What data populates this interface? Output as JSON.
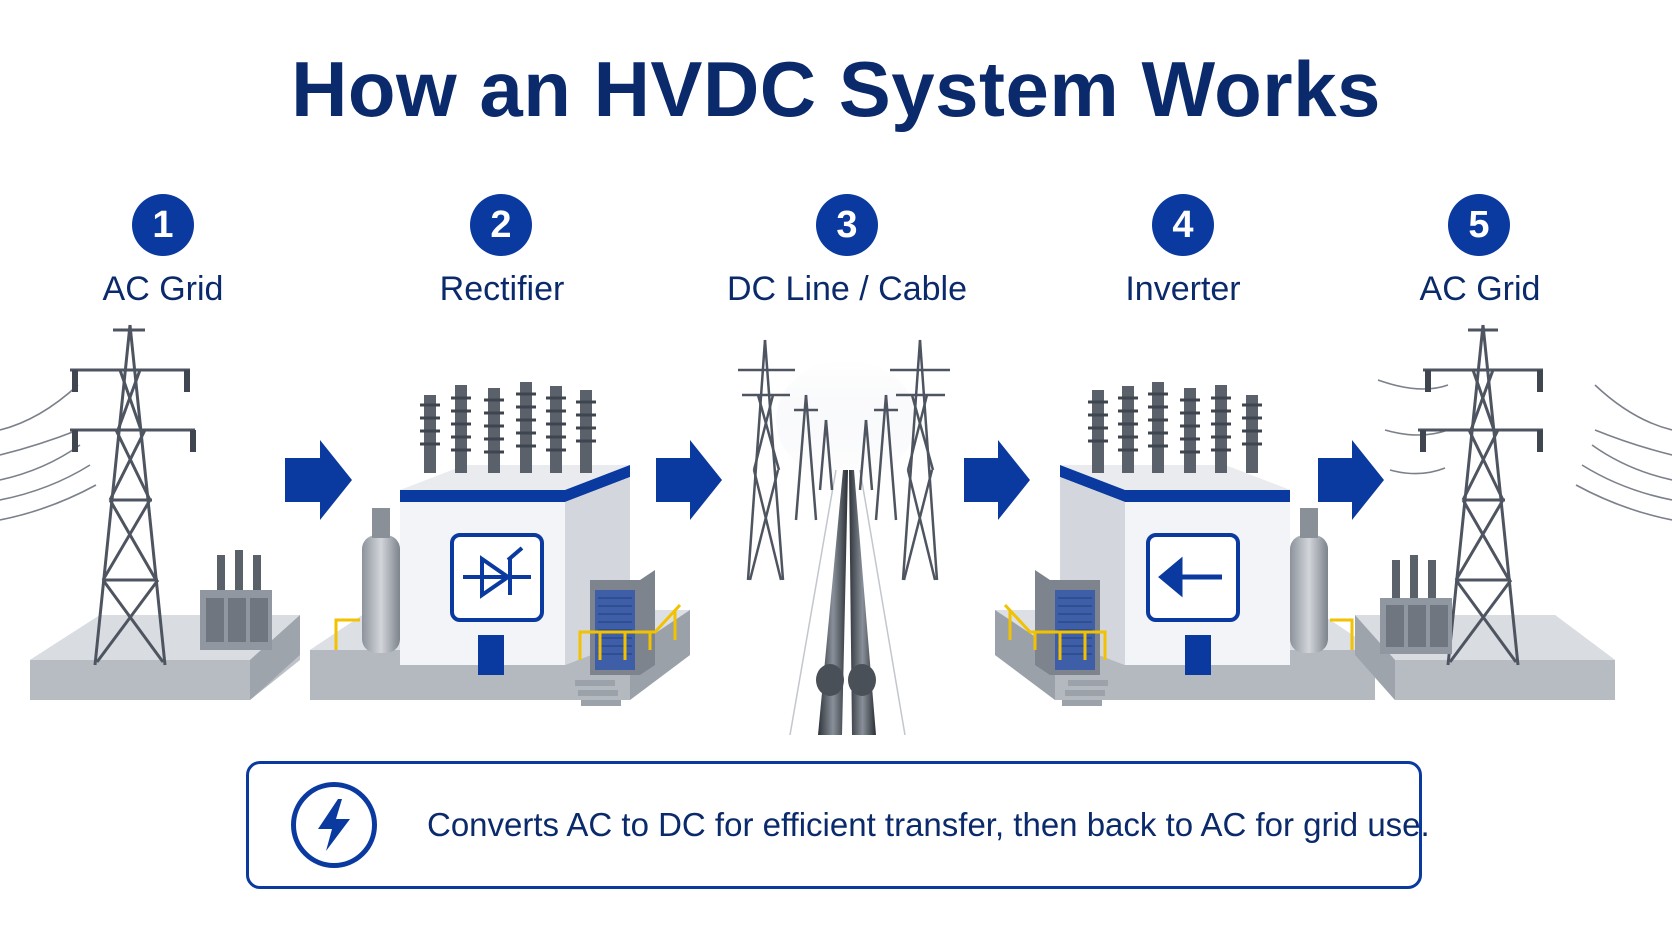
{
  "title": "How an HVDC System Works",
  "steps": [
    {
      "number": "1",
      "label": "AC Grid",
      "icon": "transmission-tower-icon"
    },
    {
      "number": "2",
      "label": "Rectifier",
      "icon": "converter-station-icon"
    },
    {
      "number": "3",
      "label": "DC Line / Cable",
      "icon": "dc-line-icon"
    },
    {
      "number": "4",
      "label": "Inverter",
      "icon": "converter-station-icon"
    },
    {
      "number": "5",
      "label": "AC Grid",
      "icon": "transmission-tower-icon"
    }
  ],
  "caption": {
    "icon": "lightning-bolt-icon",
    "text": "Converts AC to DC for efficient transfer, then back to AC for grid use."
  },
  "colors": {
    "primary": "#0a3aa0",
    "title": "#0b2a6b",
    "steel": "#5b6370",
    "platform": "#c9ccd2",
    "building": "#eef0f4",
    "railing": "#f2c200"
  }
}
